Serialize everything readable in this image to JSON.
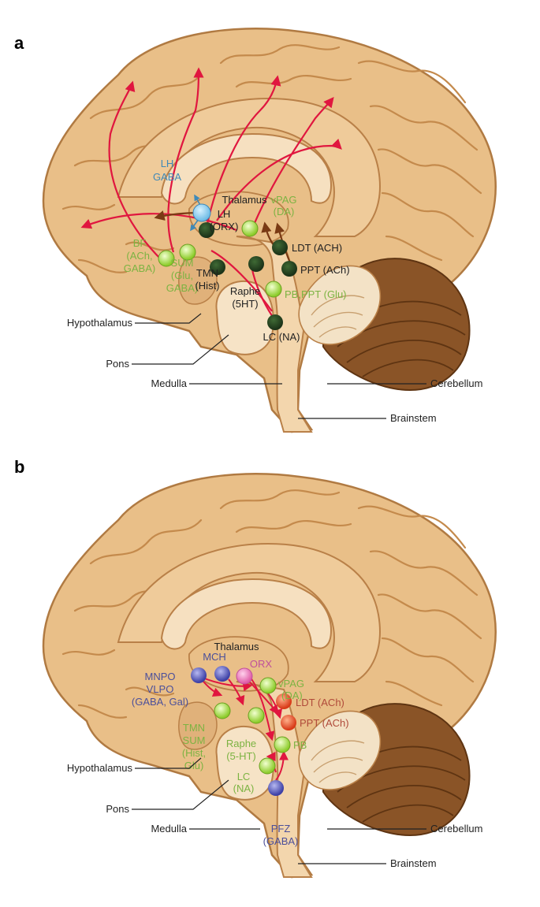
{
  "colors": {
    "brain_fill": "#e9bf88",
    "brain_dark": "#c9955a",
    "brain_light": "#f3d6ad",
    "cerebellum_dark": "#7a4a22",
    "arrow_red": "#e0163f",
    "arrow_brown": "#7a3a14",
    "node_dark": "#24401f",
    "node_green": "#aee04a",
    "node_blue": "#8fd0ee",
    "node_purple": "#5b5fc0",
    "node_pink": "#f07ec0",
    "node_red": "#e4502a",
    "text_green": "#7cb342",
    "text_blue": "#3f89b8",
    "text_purple": "#4b4f9a",
    "text_pink": "#c0509a",
    "text_red": "#b04a3a",
    "text_black": "#222222"
  },
  "panel_a": {
    "letter": "a",
    "labels": {
      "lh_gaba_1": "LH",
      "lh_gaba_2": "GABA",
      "thalamus": "Thalamus",
      "vpag_1": "vPAG",
      "vpag_2": "(DA)",
      "lh_orx_1": "LH",
      "lh_orx_2": "(ORX)",
      "ldt": "LDT (ACH)",
      "bf_1": "BF",
      "bf_2": "(ACh,",
      "bf_3": "GABA)",
      "sum_1": "SUM",
      "sum_2": "(Glu,",
      "sum_3": "GABA)",
      "tmn_1": "TMN",
      "tmn_2": "(Hist)",
      "ppt": "PPT (ACh)",
      "raphe_1": "Raphe",
      "raphe_2": "(5HT)",
      "pb_ppt": "PB,PPT (Glu)",
      "lc": "LC (NA)",
      "hypothalamus": "Hypothalamus",
      "pons": "Pons",
      "medulla": "Medulla",
      "cerebellum": "Cerebellum",
      "brainstem": "Brainstem"
    }
  },
  "panel_b": {
    "letter": "b",
    "labels": {
      "thalamus": "Thalamus",
      "mch": "MCH",
      "orx": "ORX",
      "mnpo": "MNPO",
      "vlpo": "VLPO",
      "gaba_gal": "(GABA, Gal)",
      "vpag_1": "vPAG",
      "vpag_2": "(DA)",
      "ldt": "LDT (ACh)",
      "ppt": "PPT (ACh)",
      "tmn": "TMN",
      "sum": "SUM",
      "hist": "(Hist,",
      "glu": "Glu)",
      "raphe_1": "Raphe",
      "raphe_2": "(5-HT)",
      "pb": "PB",
      "lc_1": "LC",
      "lc_2": "(NA)",
      "pfz_1": "PFZ",
      "pfz_2": "(GABA)",
      "hypothalamus": "Hypothalamus",
      "pons": "Pons",
      "medulla": "Medulla",
      "cerebellum": "Cerebellum",
      "brainstem": "Brainstem"
    }
  }
}
